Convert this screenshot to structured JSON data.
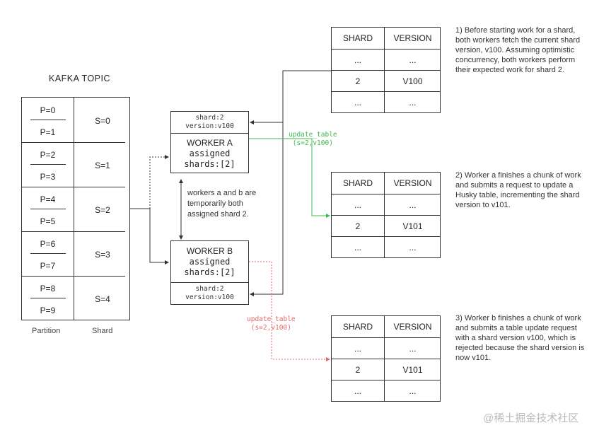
{
  "kafka_topic": {
    "title": "KAFKA TOPIC",
    "partitions": [
      "P=0",
      "P=1",
      "P=2",
      "P=3",
      "P=4",
      "P=5",
      "P=6",
      "P=7",
      "P=8",
      "P=9"
    ],
    "shards": [
      "S=0",
      "S=1",
      "S=2",
      "S=3",
      "S=4"
    ],
    "caption_partition": "Partition",
    "caption_shard": "Shard"
  },
  "worker_a": {
    "meta_shard": "shard:2",
    "meta_version": "version:v100",
    "name": "WORKER A",
    "assigned": "assigned",
    "shards": "shards:[2]"
  },
  "worker_b": {
    "name": "WORKER B",
    "assigned": "assigned",
    "shards": "shards:[2]",
    "meta_shard": "shard:2",
    "meta_version": "version:v100"
  },
  "overlap_note": "workers a and b are temporarily both assigned shard 2.",
  "update_green": {
    "line1": "update_table",
    "line2": "(s=2,v100)",
    "color": "#3fb94d"
  },
  "update_red": {
    "line1": "update_table",
    "line2": "(s=2,v100)",
    "color": "#e36a6a"
  },
  "tables": [
    {
      "headers": [
        "SHARD",
        "VERSION"
      ],
      "rows": [
        [
          "...",
          "..."
        ],
        [
          "2",
          "V100"
        ],
        [
          "...",
          "..."
        ]
      ]
    },
    {
      "headers": [
        "SHARD",
        "VERSION"
      ],
      "rows": [
        [
          "...",
          "..."
        ],
        [
          "2",
          "V101"
        ],
        [
          "...",
          "..."
        ]
      ]
    },
    {
      "headers": [
        "SHARD",
        "VERSION"
      ],
      "rows": [
        [
          "...",
          "..."
        ],
        [
          "2",
          "V101"
        ],
        [
          "...",
          "..."
        ]
      ]
    }
  ],
  "notes": [
    "1) Before starting work for a shard, both workers fetch the current shard version, v100. Assuming optimistic concurrency, both workers perform their expected work for shard 2.",
    "2) Worker a finishes a chunk of work and submits a request to update a Husky table, incrementing the shard version to v101.",
    "3) Worker b finishes a chunk of work and submits a table update request with a shard version v100, which is rejected because the shard version is now v101."
  ],
  "watermark": "@稀土掘金技术社区"
}
